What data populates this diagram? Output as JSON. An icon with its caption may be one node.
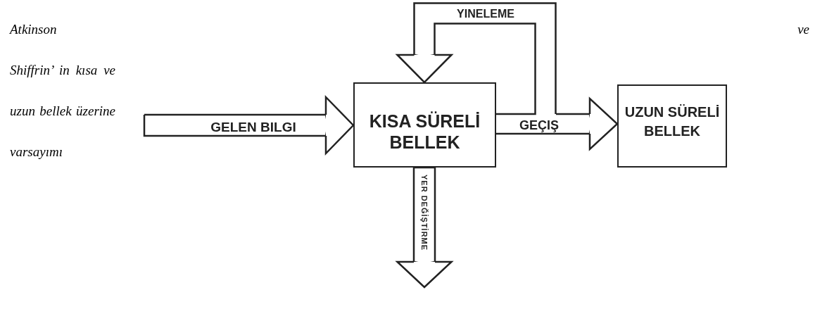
{
  "diagram": {
    "caption": "Atkinson ve Shiffrin’ in kısa ve uzun bellek üzerine varsayımı",
    "nodes": [
      {
        "text": [
          "KISA SÜRELİ BELLEK"
        ]
      },
      {
        "text": [
          "UZUN SÜRELİ BELLEK"
        ]
      }
    ],
    "edges": [
      {
        "from": null,
        "to": 0,
        "arrow": "to",
        "label": "GELEN BILGI"
      },
      {
        "from": 0,
        "to": 1,
        "arrow": "to",
        "label": "GEÇIŞ"
      },
      {
        "from": 0,
        "to": 0,
        "arrow": "to",
        "label": "YINELEME"
      },
      {
        "from": 0,
        "to": null,
        "arrow": "to",
        "label": "YER DEĞİŞTİRME"
      }
    ]
  }
}
